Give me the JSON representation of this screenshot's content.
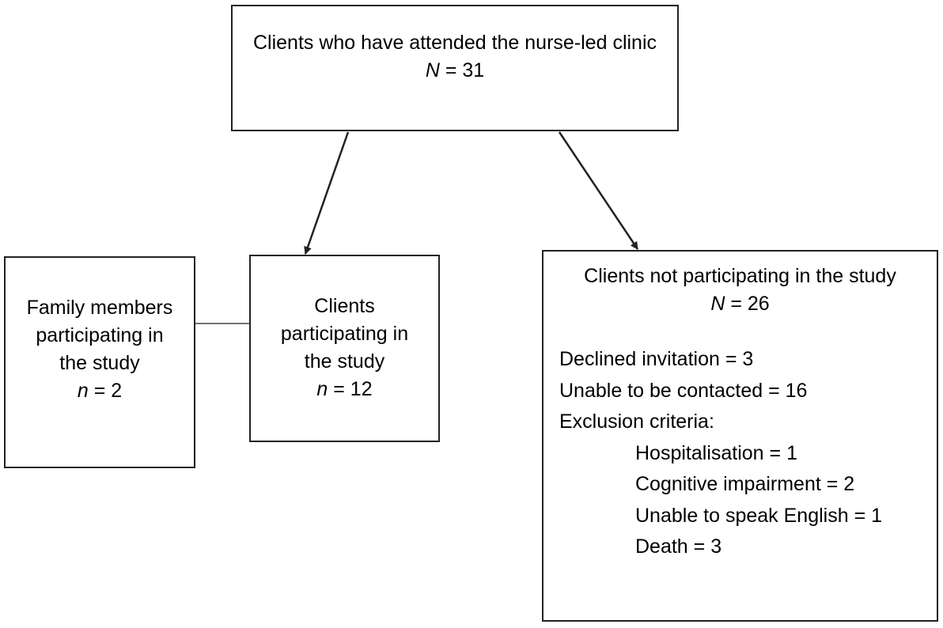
{
  "boxes": {
    "attended": {
      "label": "Clients who have attended the nurse-led clinic",
      "count_symbol": "N",
      "count_text": " = 31"
    },
    "family": {
      "label": "Family members participating in the study",
      "count_symbol": "n",
      "count_text": " = 2"
    },
    "participating": {
      "label": "Clients participating in the study",
      "count_symbol": "n",
      "count_text": " = 12"
    },
    "not_participating": {
      "label": "Clients not participating in the study",
      "count_symbol": "N",
      "count_text": " = 26",
      "reasons": [
        "Declined invitation = 3",
        "Unable to be contacted = 16",
        "Exclusion criteria:"
      ],
      "exclusion_criteria": [
        "Hospitalisation = 1",
        "Cognitive impairment = 2",
        "Unable to speak English = 1",
        "Death = 3"
      ]
    }
  },
  "colors": {
    "line": "#222222",
    "background": "#ffffff"
  }
}
